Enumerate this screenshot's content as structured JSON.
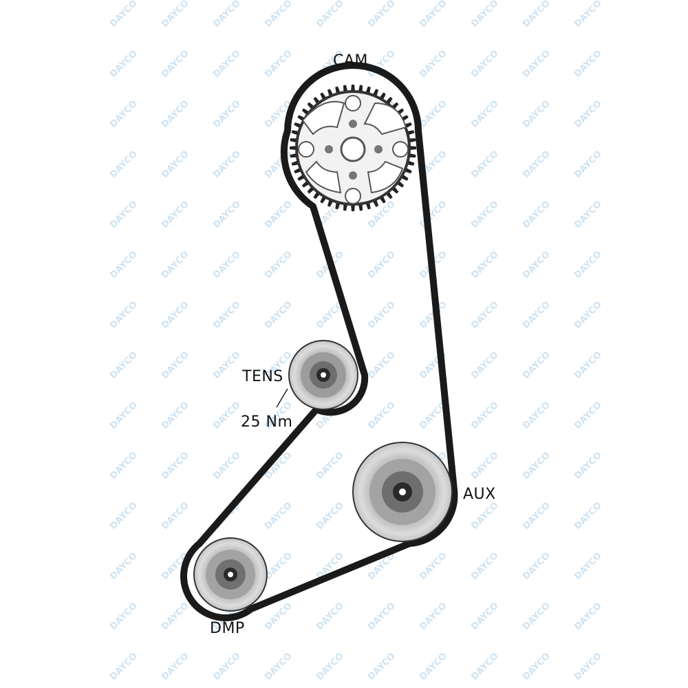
{
  "watermark": {
    "text": "DAYCO",
    "color": "#cfe3f2"
  },
  "labels": {
    "cam": "CAM",
    "tens": "TENS",
    "torque": "25 Nm",
    "aux": "AUX",
    "dmp": "DMP"
  },
  "colors": {
    "belt": "#1a1a1a",
    "pulley_light": "#d9d9d9",
    "pulley_mid": "#9a9a9a",
    "pulley_dark": "#555555"
  }
}
